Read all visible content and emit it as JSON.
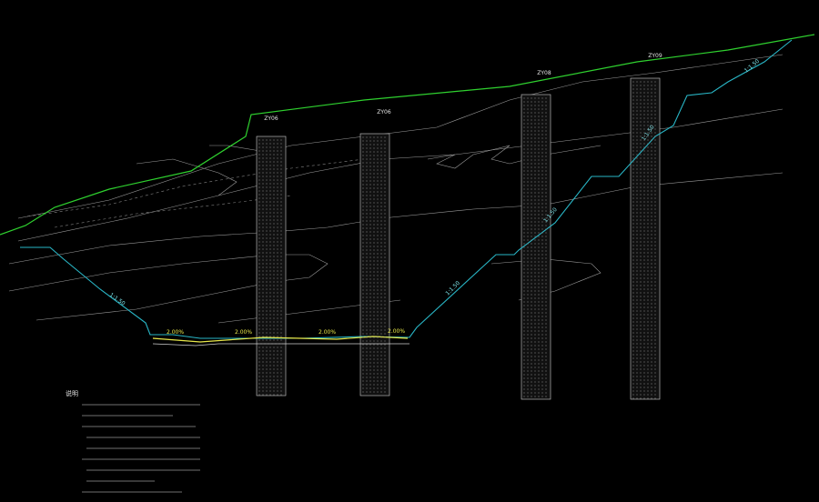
{
  "colors": {
    "background": "#000000",
    "ground_line": "#2fd12f",
    "design_line": "#29b6c6",
    "roadbed": "#e8e84a",
    "strata": "#cfcfcf",
    "text": "#e6e6e6"
  },
  "boreholes": [
    {
      "id": "bh1",
      "name": "ZY06"
    },
    {
      "id": "bh2",
      "name": "ZY06"
    },
    {
      "id": "bh3",
      "name": "ZY08"
    },
    {
      "id": "bh4",
      "name": "ZY09"
    }
  ],
  "slope_labels": [
    "1:1.50",
    "1:1.50",
    "1:1.50",
    "1:1.50",
    "1:1.50"
  ],
  "grade_labels": [
    "2.00%",
    "2.00%",
    "2.00%",
    "2.00%"
  ],
  "notes": {
    "title": "说明"
  }
}
